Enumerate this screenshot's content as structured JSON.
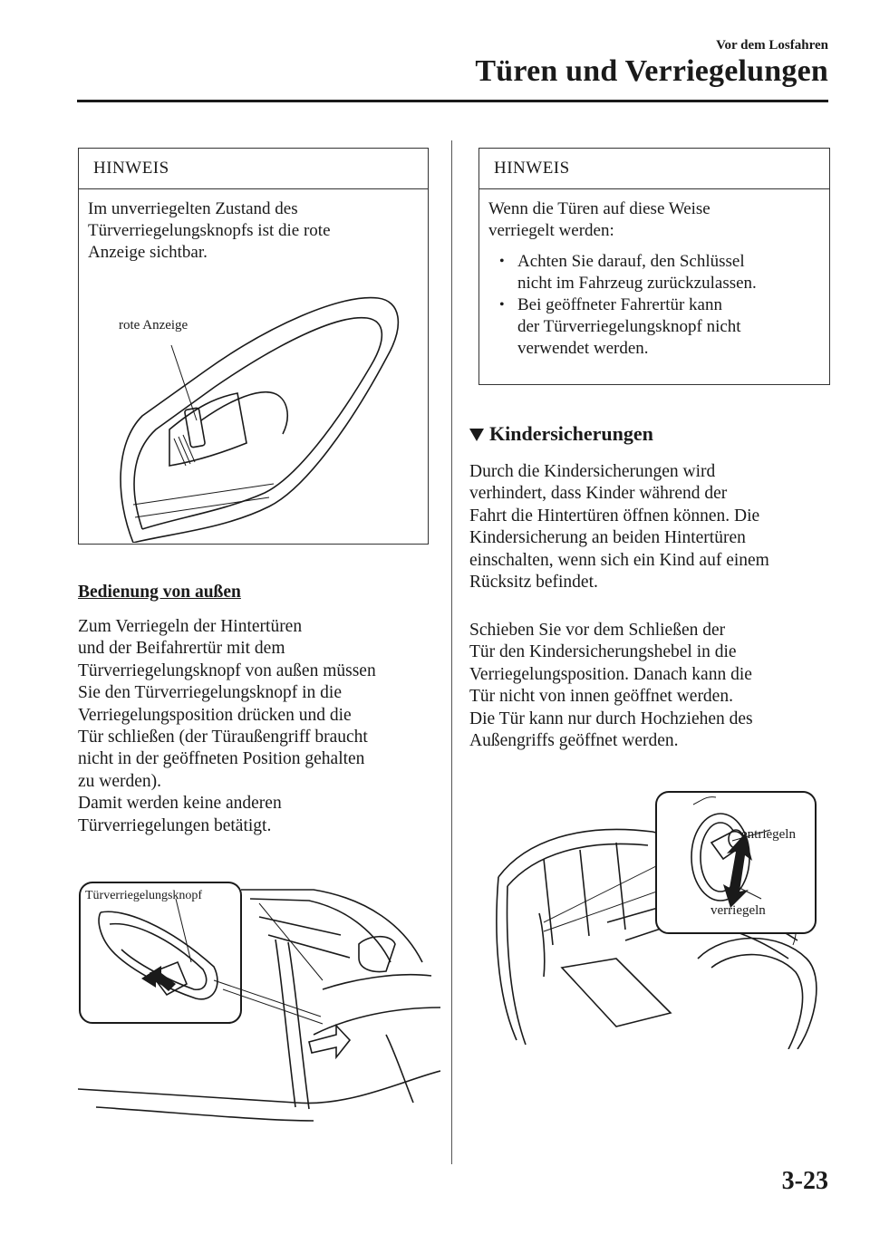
{
  "header": {
    "section": "Vor dem Losfahren",
    "title": "Türen und Verriegelungen"
  },
  "left_note": {
    "heading": "HINWEIS",
    "lines": [
      "Im unverriegelten Zustand des",
      "Türverriegelungsknopfs ist die rote",
      "Anzeige sichtbar."
    ],
    "figure_label": "rote Anzeige"
  },
  "outside": {
    "heading": "Bedienung von außen",
    "lines": [
      "Zum Verriegeln der Hintertüren",
      "und der Beifahrertür mit dem",
      "Türverriegelungsknopf von außen müssen",
      "Sie den Türverriegelungsknopf in die",
      "Verriegelungsposition drücken und die",
      "Tür schließen (der Türaußengriff braucht",
      "nicht in der geöffneten Position gehalten",
      "zu werden).",
      "Damit werden keine anderen",
      "Türverriegelungen betätigt."
    ],
    "figure_label": "Türverriegelungsknopf"
  },
  "right_note": {
    "heading": "HINWEIS",
    "lines": [
      "Wenn die Türen auf diese Weise",
      "verriegelt werden:"
    ],
    "bullets": [
      [
        "Achten Sie darauf, den Schlüssel",
        "nicht im Fahrzeug zurückzulassen."
      ],
      [
        "Bei geöffneter Fahrertür kann",
        "der Türverriegelungsknopf nicht",
        "verwendet werden."
      ]
    ]
  },
  "child_locks": {
    "heading": "Kindersicherungen",
    "para1": [
      "Durch die Kindersicherungen wird",
      "verhindert, dass Kinder während der",
      "Fahrt die Hintertüren öffnen können. Die",
      "Kindersicherung an beiden Hintertüren",
      "einschalten, wenn sich ein Kind auf einem",
      "Rücksitz befindet."
    ],
    "para2": [
      "Schieben Sie vor dem Schließen der",
      "Tür den Kindersicherungshebel in die",
      "Verriegelungsposition. Danach kann die",
      "Tür nicht von innen geöffnet werden.",
      "Die Tür kann nur durch Hochziehen des",
      "Außengriffs geöffnet werden."
    ],
    "label_unlock": "entriegeln",
    "label_lock": "verriegeln"
  },
  "page_number": "3-23"
}
